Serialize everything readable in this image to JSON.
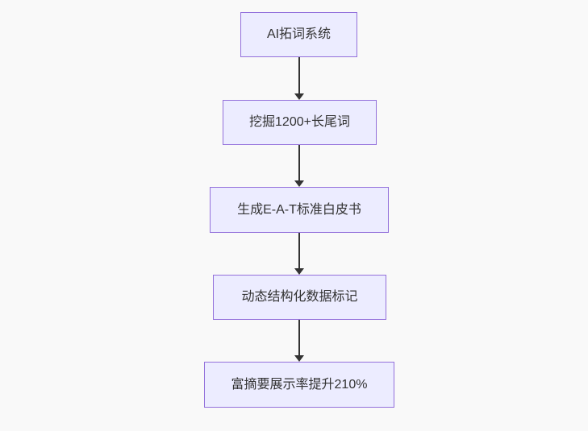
{
  "diagram": {
    "type": "flowchart",
    "direction": "top-down",
    "colors": {
      "background": "#f9f9f9",
      "node_fill": "#ECECFF",
      "node_border": "#9370DB",
      "arrow": "#333333",
      "text": "#333333"
    },
    "nodes": [
      {
        "label": "AI拓词系统"
      },
      {
        "label": "挖掘1200+长尾词"
      },
      {
        "label": "生成E-A-T标准白皮书"
      },
      {
        "label": "动态结构化数据标记"
      },
      {
        "label": "富摘要展示率提升210%"
      }
    ],
    "edges": [
      {
        "from": 0,
        "to": 1
      },
      {
        "from": 1,
        "to": 2
      },
      {
        "from": 2,
        "to": 3
      },
      {
        "from": 3,
        "to": 4
      }
    ]
  }
}
